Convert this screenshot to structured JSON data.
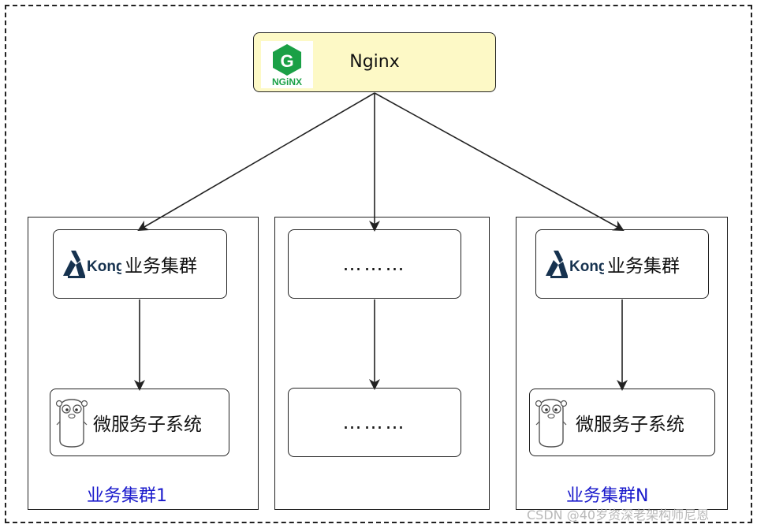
{
  "top": {
    "label": "Nginx",
    "logo_text": "NGiNX"
  },
  "clusters": [
    {
      "gateway_label": "业务集群",
      "gateway_logo_text": "Kong",
      "service_label": "微服务子系统",
      "caption": "业务集群1"
    },
    {
      "gateway_label": "………",
      "service_label": "………"
    },
    {
      "gateway_label": "业务集群",
      "gateway_logo_text": "Kong",
      "service_label": "微服务子系统",
      "caption": "业务集群N"
    }
  ],
  "watermark": "CSDN @40岁资深老架构师尼恩",
  "colors": {
    "nginx_fill": "#fdf9c6",
    "nginx_green": "#1aa046",
    "kong_navy": "#16324f",
    "caption_blue": "#1a1acc"
  }
}
